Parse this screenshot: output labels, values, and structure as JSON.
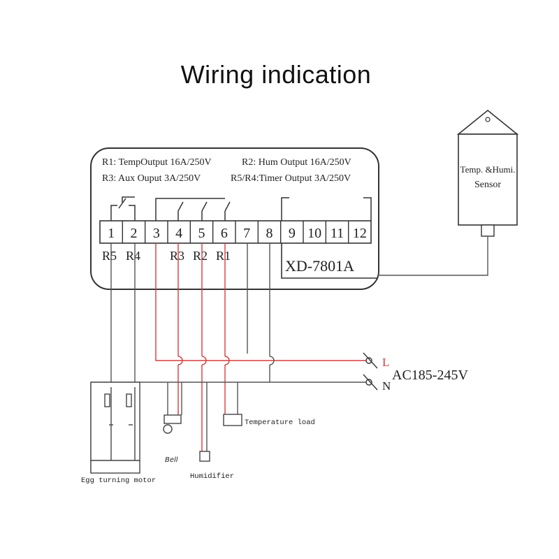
{
  "title": "Wiring indication",
  "controller": {
    "spec_line1_r1": "R1: TempOutput 16A/250V",
    "spec_line1_r2": "R2: Hum Output 16A/250V",
    "spec_line2_r3": "R3: Aux Ouput 3A/250V",
    "spec_line2_r5r4": "R5/R4:Timer Output 3A/250V",
    "model": "XD-7801A",
    "terminals": [
      "1",
      "2",
      "3",
      "4",
      "5",
      "6",
      "7",
      "8",
      "9",
      "10",
      "11",
      "12"
    ],
    "relay_labels": [
      "R5",
      "R4",
      "R3",
      "R2",
      "R1"
    ]
  },
  "sensor": {
    "line1": "Temp. &Humi.",
    "line2": "Sensor"
  },
  "power": {
    "live": "L",
    "neutral": "N",
    "voltage": "AC185-245V"
  },
  "loads": {
    "egg_motor": "Egg turning motor",
    "bell": "Bell",
    "humidifier": "Humidifier",
    "temperature": "Temperature load"
  },
  "colors": {
    "wire": "#555555",
    "live_wire": "#d93b3b",
    "frame": "#333333"
  }
}
